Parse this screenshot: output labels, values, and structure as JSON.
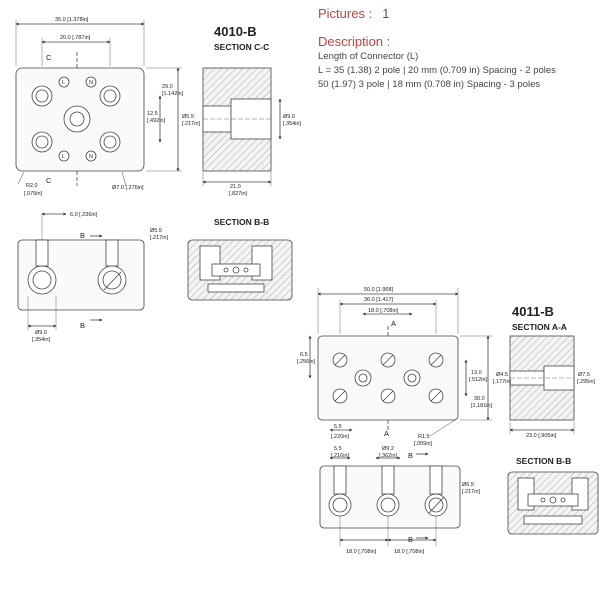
{
  "info": {
    "pictures_label": "Pictures :",
    "pictures_count": "1",
    "description_title": "Description :",
    "lines": [
      "Length of Connector (L)",
      "L = 35 (1.38) 2 pole | 20 mm (0.709 in) Spacing - 2 poles",
      "50 (1.97) 3 pole | 18 mm (0.708 in) Spacing - 3 poles"
    ]
  },
  "d4010": {
    "part": "4010-B",
    "section_cc": "SECTION C-C",
    "section_bb": "SECTION B-B",
    "dim_width": "35.0 [1.378in]",
    "dim_spacing": "20.0 [.787in]",
    "dim_height_a": "29.0",
    "dim_height_b": "[1.142in]",
    "dim_pitch_a": "12.5",
    "dim_pitch_b": "[.492in]",
    "dim_hole_a": "Ø5.5",
    "dim_hole_b": "[.217in]",
    "dim_bore_a": "Ø9.0",
    "dim_bore_b": "[.354in]",
    "dim_depth_a": "21.0",
    "dim_depth_b": "[.827in]",
    "dim_radius_a": "R2.0",
    "dim_radius_b": "[.079in]",
    "dim_mount": "Ø7.0 [.276in]",
    "dim_offset": "6.0 [.236in]",
    "dim_side_hole_a": "Ø5.5",
    "dim_side_hole_b": "[.217in]",
    "dim_side_bore_a": "Ø9.0",
    "dim_side_bore_b": "[.354in]",
    "mark_c": "C",
    "mark_b": "B",
    "mark_n": "N",
    "mark_l": "L"
  },
  "d4011": {
    "part": "4011-B",
    "section_aa": "SECTION A-A",
    "section_bb": "SECTION B-B",
    "dim_width_a": "50.0 [1.968]",
    "dim_width_b": "36.0 [1.417]",
    "dim_width_c": "18.0 [.708in]",
    "dim_left_a": "6.5",
    "dim_left_b": "[.256in]",
    "dim_pitch_a": "13.0",
    "dim_pitch_b": "[.512in]",
    "dim_height_a": "30.0",
    "dim_height_b": "[1.181in]",
    "dim_hole_a": "Ø4.5",
    "dim_hole_b": "[.177in]",
    "dim_bore_a": "Ø7.5",
    "dim_bore_b": "[.295in]",
    "dim_depth": "23.0 [.905in]",
    "dim_edge_a": "5.5",
    "dim_edge_b": "[.220in]",
    "dim_radius_a": "R1.5",
    "dim_radius_b": "[.059in]",
    "dim_top_edge_a": "5.5",
    "dim_top_edge_b": "[.216in]",
    "dim_top_bore_a": "Ø9.2",
    "dim_top_bore_b": "[.362in]",
    "dim_side_hole_a": "Ø6.5",
    "dim_side_hole_b": "[.217in]",
    "dim_spacing_1": "18.0 [.708in]",
    "dim_spacing_2": "18.0 [.708in]",
    "mark_a": "A",
    "mark_b": "B"
  }
}
